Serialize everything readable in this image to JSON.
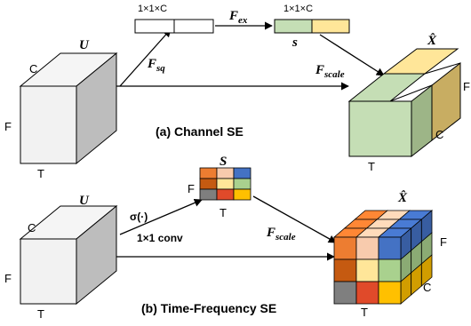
{
  "channel_se": {
    "caption": "(a) Channel SE",
    "input_symbol": "U",
    "squeeze_op": "F",
    "squeeze_sub": "sq",
    "vector_label_left": "1×1×C",
    "excitation_op": "F",
    "excitation_sub": "ex",
    "vector_label_right": "1×1×C",
    "weight_symbol": "s",
    "scale_op": "F",
    "scale_sub": "scale",
    "output_symbol": "X̂",
    "axes": {
      "c": "C",
      "f": "F",
      "t": "T"
    },
    "colors": {
      "green": "#c5deb5",
      "yellow": "#ffe699",
      "green_dark": "#9db587",
      "yellow_dark": "#c8ad62"
    }
  },
  "tf_se": {
    "caption": "(b) Time-Frequency SE",
    "input_symbol": "U",
    "sigma_label": "σ(·)",
    "conv_label": "1×1 conv",
    "weight_symbol": "S",
    "scale_op": "F",
    "scale_sub": "scale",
    "output_symbol": "X̂",
    "axes": {
      "c": "C",
      "f": "F",
      "t": "T"
    },
    "palette": [
      "#ed7d31",
      "#f8cbad",
      "#4472c4",
      "#c55a11",
      "#ffe699",
      "#a9d18e",
      "#7f7f7f",
      "#e04a2a",
      "#ffc000"
    ]
  }
}
